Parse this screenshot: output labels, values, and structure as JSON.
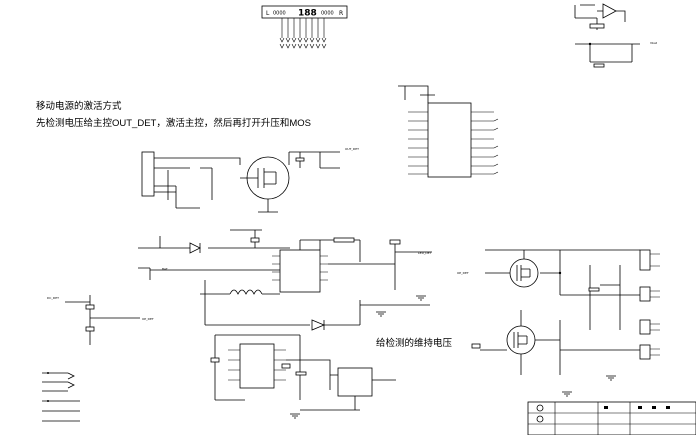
{
  "title_mobile_power": "移动电源的激活方式",
  "note_activation": "先检测电压给主控OUT_DET，激活主控，然后再打开升压和MOS",
  "title_hold_voltage": "给检测的维持电压",
  "lcd_display": {
    "left_letter": "L",
    "left_digits": "0000",
    "center_digits": "188",
    "right_digits": "0000",
    "right_letter": "R"
  },
  "labels": {
    "out_det": "OUT_DET",
    "op_det": "OP_DET",
    "bat": "BAT",
    "led_det": "LED_DET",
    "dc_det": "DC_DET",
    "op_det2": "OP_DET",
    "vbat": "Vbat"
  }
}
